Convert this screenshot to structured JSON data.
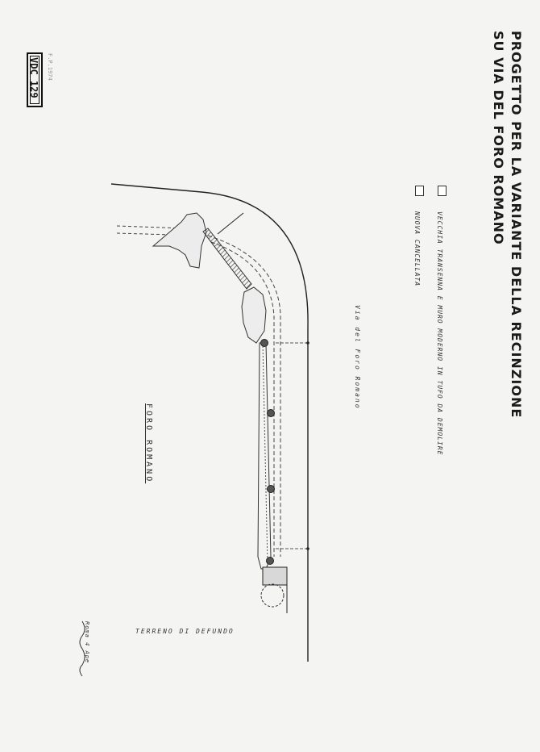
{
  "title": {
    "line1": "PROGETTO PER LA VARIANTE DELLA RECINZIONE",
    "line2": "SU VIA DEL FORO ROMANO"
  },
  "legend": [
    {
      "text": "VECCHIA TRANSENNA E MURO MODERNO IN TUFO DA DEMOLIRE"
    },
    {
      "text": "NUOVA CANCELLATA"
    }
  ],
  "labels": {
    "street": "Via del Foro Romano",
    "area": "FORO ROMANO",
    "land": "TERRENO DI DEFUNDO"
  },
  "stamp": {
    "code": "VDC 129",
    "note": "F.P.1974"
  },
  "signature": "Roma 4 Ape",
  "colors": {
    "paper": "#f4f4f2",
    "ink": "#1a1a1a",
    "hatch": "#555555"
  }
}
